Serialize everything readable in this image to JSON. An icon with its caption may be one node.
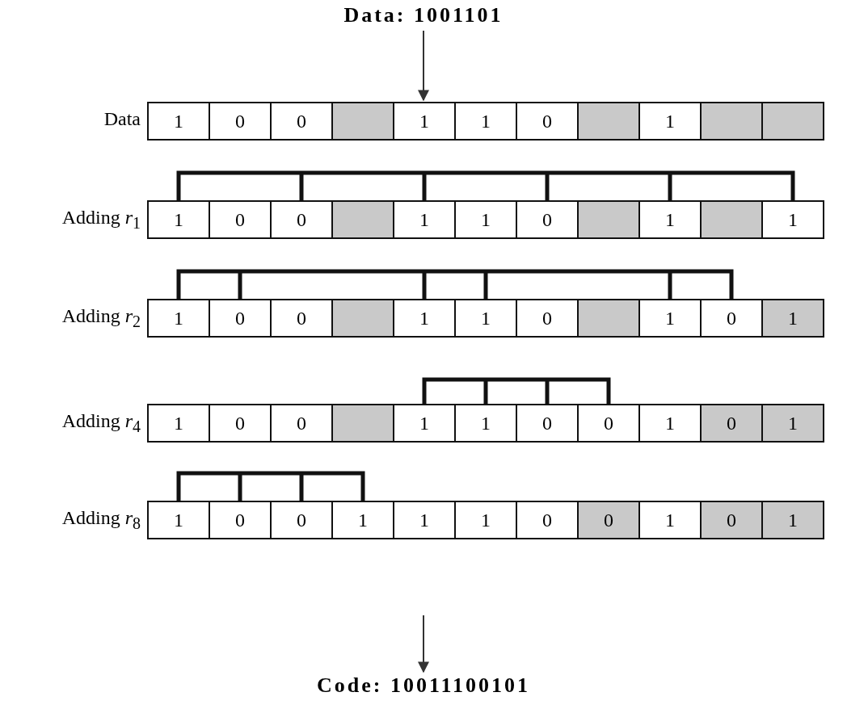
{
  "diagram": {
    "nodes": [
      {
        "text": [
          "Data: 1001101"
        ]
      },
      {
        "text": [
          "Data"
        ]
      },
      {
        "text": [
          "1"
        ],
        "in": 1
      },
      {
        "text": [
          "0"
        ],
        "in": 1
      },
      {
        "text": [
          "0"
        ],
        "in": 1
      },
      {
        "text": [],
        "shape": "box",
        "in": 1
      },
      {
        "text": [
          "1"
        ],
        "in": 1
      },
      {
        "text": [
          "1"
        ],
        "in": 1
      },
      {
        "text": [
          "0"
        ],
        "in": 1
      },
      {
        "text": [],
        "shape": "box",
        "in": 1
      },
      {
        "text": [
          "1"
        ],
        "in": 1
      },
      {
        "text": [],
        "shape": "box",
        "in": 1
      },
      {
        "text": [],
        "shape": "box",
        "in": 1
      },
      {
        "text": [
          "Adding *r*$_{1}$"
        ]
      },
      {
        "text": [
          "1"
        ],
        "in": 13
      },
      {
        "text": [
          "0"
        ],
        "in": 13
      },
      {
        "text": [
          "0"
        ],
        "in": 13
      },
      {
        "text": [],
        "shape": "box",
        "in": 13
      },
      {
        "text": [
          "1"
        ],
        "in": 13
      },
      {
        "text": [
          "1"
        ],
        "in": 13
      },
      {
        "text": [
          "0"
        ],
        "in": 13
      },
      {
        "text": [],
        "shape": "box",
        "in": 13
      },
      {
        "text": [
          "1"
        ],
        "in": 13
      },
      {
        "text": [],
        "shape": "box",
        "in": 13
      },
      {
        "text": [
          "1"
        ],
        "in": 13
      },
      {
        "text": [
          "Adding *r*$_{2}$"
        ]
      },
      {
        "text": [
          "1"
        ],
        "in": 25
      },
      {
        "text": [
          "0"
        ],
        "in": 25
      },
      {
        "text": [
          "0"
        ],
        "in": 25
      },
      {
        "text": [],
        "shape": "box",
        "in": 25
      },
      {
        "text": [
          "1"
        ],
        "in": 25
      },
      {
        "text": [
          "1"
        ],
        "in": 25
      },
      {
        "text": [
          "0"
        ],
        "in": 25
      },
      {
        "text": [],
        "shape": "box",
        "in": 25
      },
      {
        "text": [
          "1"
        ],
        "in": 25
      },
      {
        "text": [
          "0"
        ],
        "in": 25
      },
      {
        "text": [
          "1"
        ],
        "in": 25
      },
      {
        "text": [
          "Adding *r*$_{4}$"
        ]
      },
      {
        "text": [
          "1"
        ],
        "in": 37
      },
      {
        "text": [
          "0"
        ],
        "in": 37
      },
      {
        "text": [
          "0"
        ],
        "in": 37
      },
      {
        "text": [],
        "shape": "box",
        "in": 37
      },
      {
        "text": [
          "1"
        ],
        "in": 37
      },
      {
        "text": [
          "1"
        ],
        "in": 37
      },
      {
        "text": [
          "0"
        ],
        "in": 37
      },
      {
        "text": [
          "0"
        ],
        "in": 37
      },
      {
        "text": [
          "1"
        ],
        "in": 37
      },
      {
        "text": [
          "0"
        ],
        "in": 37
      },
      {
        "text": [
          "1"
        ],
        "in": 37
      },
      {
        "text": [
          "Adding *r*$_{8}$"
        ]
      },
      {
        "text": [
          "1"
        ],
        "in": 49
      },
      {
        "text": [
          "0"
        ],
        "in": 49
      },
      {
        "text": [
          "0"
        ],
        "in": 49
      },
      {
        "text": [
          "1"
        ],
        "in": 49
      },
      {
        "text": [
          "1"
        ],
        "in": 49
      },
      {
        "text": [
          "1"
        ],
        "in": 49
      },
      {
        "text": [
          "0"
        ],
        "in": 49
      },
      {
        "text": [
          "0"
        ],
        "in": 49
      },
      {
        "text": [
          "1"
        ],
        "in": 49
      },
      {
        "text": [
          "0"
        ],
        "in": 49
      },
      {
        "text": [
          "1"
        ],
        "in": 49
      },
      {
        "text": [
          "Code: 10011100101"
        ]
      }
    ],
    "edges": [
      {
        "from": 0,
        "to": 1,
        "arrow": "to"
      },
      {
        "from": null,
        "to": 61,
        "arrow": "to"
      }
    ]
  }
}
